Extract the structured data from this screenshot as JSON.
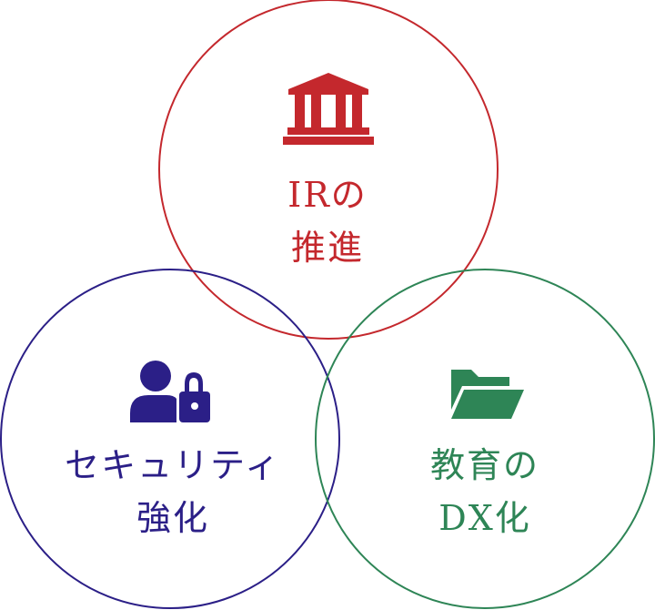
{
  "diagram": {
    "circles": [
      {
        "id": "ir",
        "color": "#c4282d",
        "icon": "bank-icon",
        "label_line1": "IRの",
        "label_line2": "推進"
      },
      {
        "id": "security",
        "color": "#2b1f87",
        "icon": "user-lock-icon",
        "label_line1": "セキュリティ",
        "label_line2": "強化"
      },
      {
        "id": "dx",
        "color": "#2e8556",
        "icon": "folder-open-icon",
        "label_line1": "教育の",
        "label_line2": "DX化"
      }
    ]
  }
}
